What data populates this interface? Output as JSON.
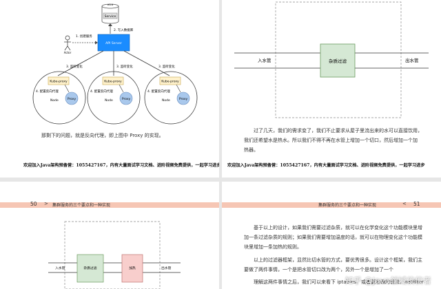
{
  "diagram": {
    "etcd": "etcd",
    "service": "Service",
    "step1": "1. 创建服务",
    "step2": "2. 写入数据库",
    "actor": "Actor",
    "api_server": "API Server",
    "watch": "3. 监听变化",
    "kube_proxy": "Kube-proxy",
    "config": "4. 配置反向代理",
    "node": "Node",
    "proxy": "Proxy"
  },
  "top_left": {
    "caption": "那剩下的问题，就是反向代理，即上图中 Proxy 的实现。",
    "footer": "欢迎加入Java架构预备营：1055427167，内有大量面试学习文档、进阶视频免费提供，一起学习进步"
  },
  "top_right": {
    "in_pipe": "入水管",
    "filter": "杂质过滤",
    "out_pipe": "出水管",
    "para_line1": "过了几天，我们的需求变了，我们不止要求从屋子里流出来的水可以直接饮用，",
    "para_line2": "我们还希望水是热水。所以我们不得不再在水管上增加一个切口，然后增加一个加",
    "para_line3": "热器。",
    "footer": "欢迎加入Java架构预备营：1055427167，内有大量面试学习文档、进阶视频免费提供，一起学习进步"
  },
  "bottom_left": {
    "page_num": "50",
    "chapter": "集群服务的三个要点和一种实现",
    "in_pipe": "入水管",
    "filter": "杂质过滤",
    "heater": "加热",
    "out_pipe": "出水管"
  },
  "bottom_right": {
    "page_num": "51",
    "chapter": "集群服务的三个要点和一种实现",
    "p1_line1": "基于以上的设计，如果我们需要过滤杂质，就可以在化学变化这个功能模块里增",
    "p1_line2": "加一条过滤杂质的规则；如果我们需要增加温度的话，就可以在物理变化这个功能模",
    "p1_line3": "块里增加一条加热的规则。",
    "p2_line1": "以上的过滤器框架，显然比切水管的方式，要优秀很多。设计这个框架，我们主",
    "p2_line2": "要做了两件事情，一个是把水管切口改为两个，另外一个是增加了一个",
    "p2_line3": "理解这两件事情之后，我们可以来看下 iptables，或者更准确的说法，netfilter",
    "watermark": "知乎 @Java领域佼佼者"
  },
  "colors": {
    "api_server": "#1a8cff",
    "kube_proxy": "#fff2cc",
    "proxy": "#a9c8ec",
    "filter_box": "#d5e8d4",
    "heater_box": "#f8cecc",
    "header_band": "#f6c6b4"
  }
}
